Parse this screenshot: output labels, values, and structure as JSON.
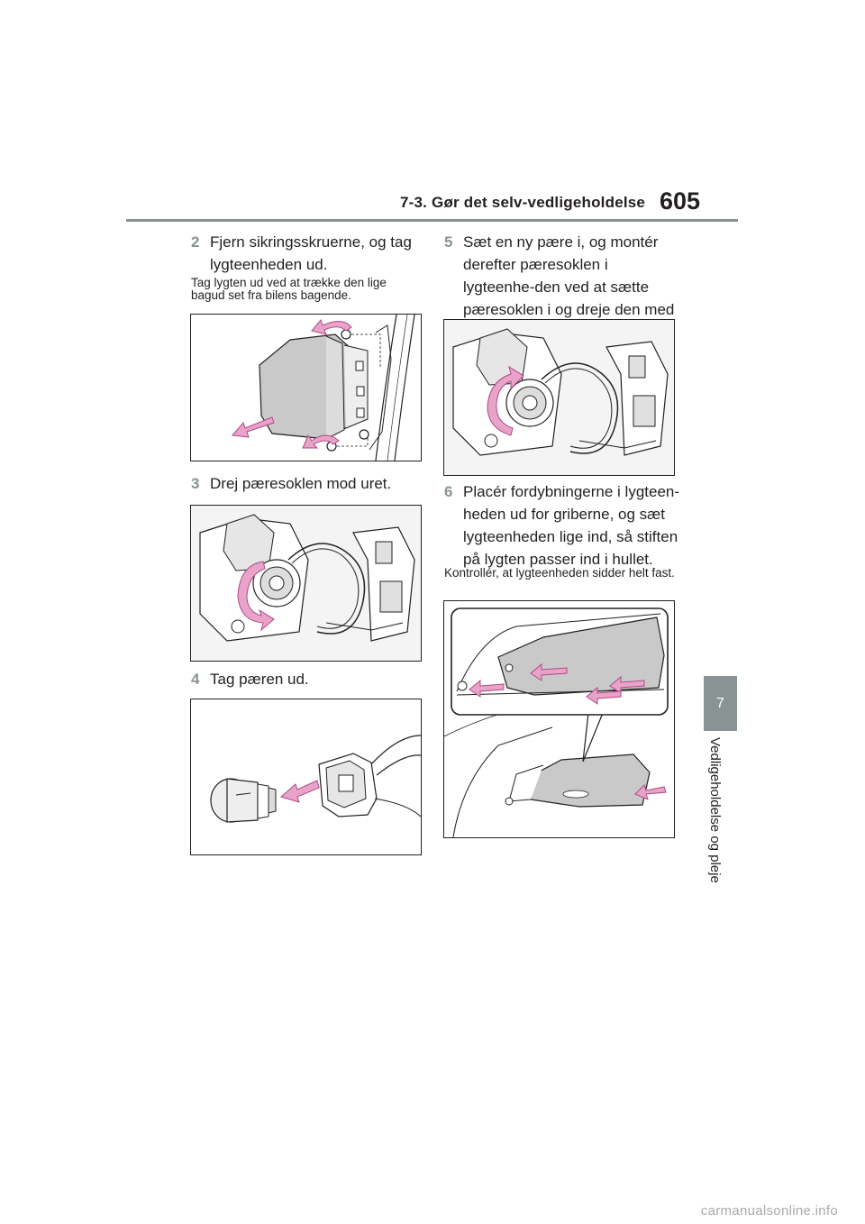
{
  "header": {
    "section_title": "7-3. Gør det selv-vedligeholdelse",
    "page_number": "605"
  },
  "chapter_tab": {
    "number": "7",
    "title": "Vedligeholdelse og pleje"
  },
  "steps": [
    {
      "number": "2",
      "text": "Fjern sikringsskruerne, og tag lygteenheden ud.",
      "note": "Tag lygten ud ved at trække den lige bagud set fra bilens bagende."
    },
    {
      "number": "3",
      "text": "Drej pæresoklen mod uret."
    },
    {
      "number": "4",
      "text": "Tag pæren ud."
    },
    {
      "number": "5",
      "text": "Sæt en ny pære i, og montér derefter pæresoklen i lygteenhe-den ved at sætte pæresoklen i og dreje den med uret."
    },
    {
      "number": "6",
      "text": "Placér fordybningerne i lygteen-heden ud for griberne, og sæt lygteenheden lige ind, så stiften på lygten passer ind i hullet.",
      "note": "Kontrollér, at lygteenheden sidder helt fast."
    }
  ],
  "colors": {
    "accent_gray": "#8a9393",
    "arrow_pink": "#e8a3c8",
    "arrow_outline": "#b04a86"
  },
  "watermark": "carmanualsonline.info"
}
